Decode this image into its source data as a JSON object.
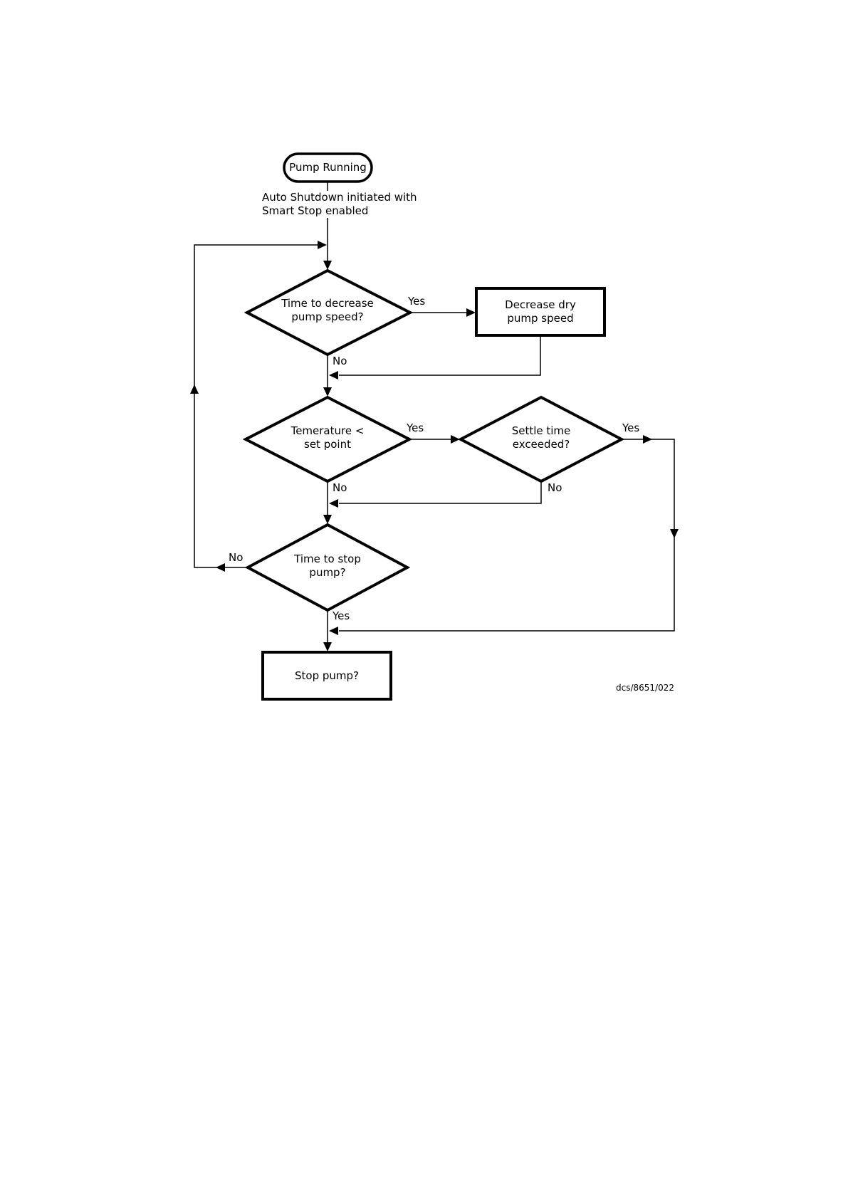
{
  "diagram": {
    "title_node": {
      "label": "Pump Running"
    },
    "annotation": "Auto Shutdown initiated with\nSmart Stop enabled",
    "decisions": {
      "d1": {
        "label": "Time to decrease\npump speed?"
      },
      "d2": {
        "label": "Temerature <\nset point"
      },
      "d3": {
        "label": "Settle time\nexceeded?"
      },
      "d4": {
        "label": "Time to stop\npump?"
      }
    },
    "processes": {
      "p1": {
        "label": "Decrease dry\npump speed"
      },
      "p2": {
        "label": "Stop pump?"
      }
    },
    "edges": {
      "d1_yes": "Yes",
      "d1_no": "No",
      "d2_yes": "Yes",
      "d2_no": "No",
      "d3_yes": "Yes",
      "d3_no": "No",
      "d4_yes": "Yes",
      "d4_no": "No"
    },
    "reference": "dcs/8651/022",
    "colors": {
      "line": "#000000",
      "background": "#ffffff"
    }
  }
}
